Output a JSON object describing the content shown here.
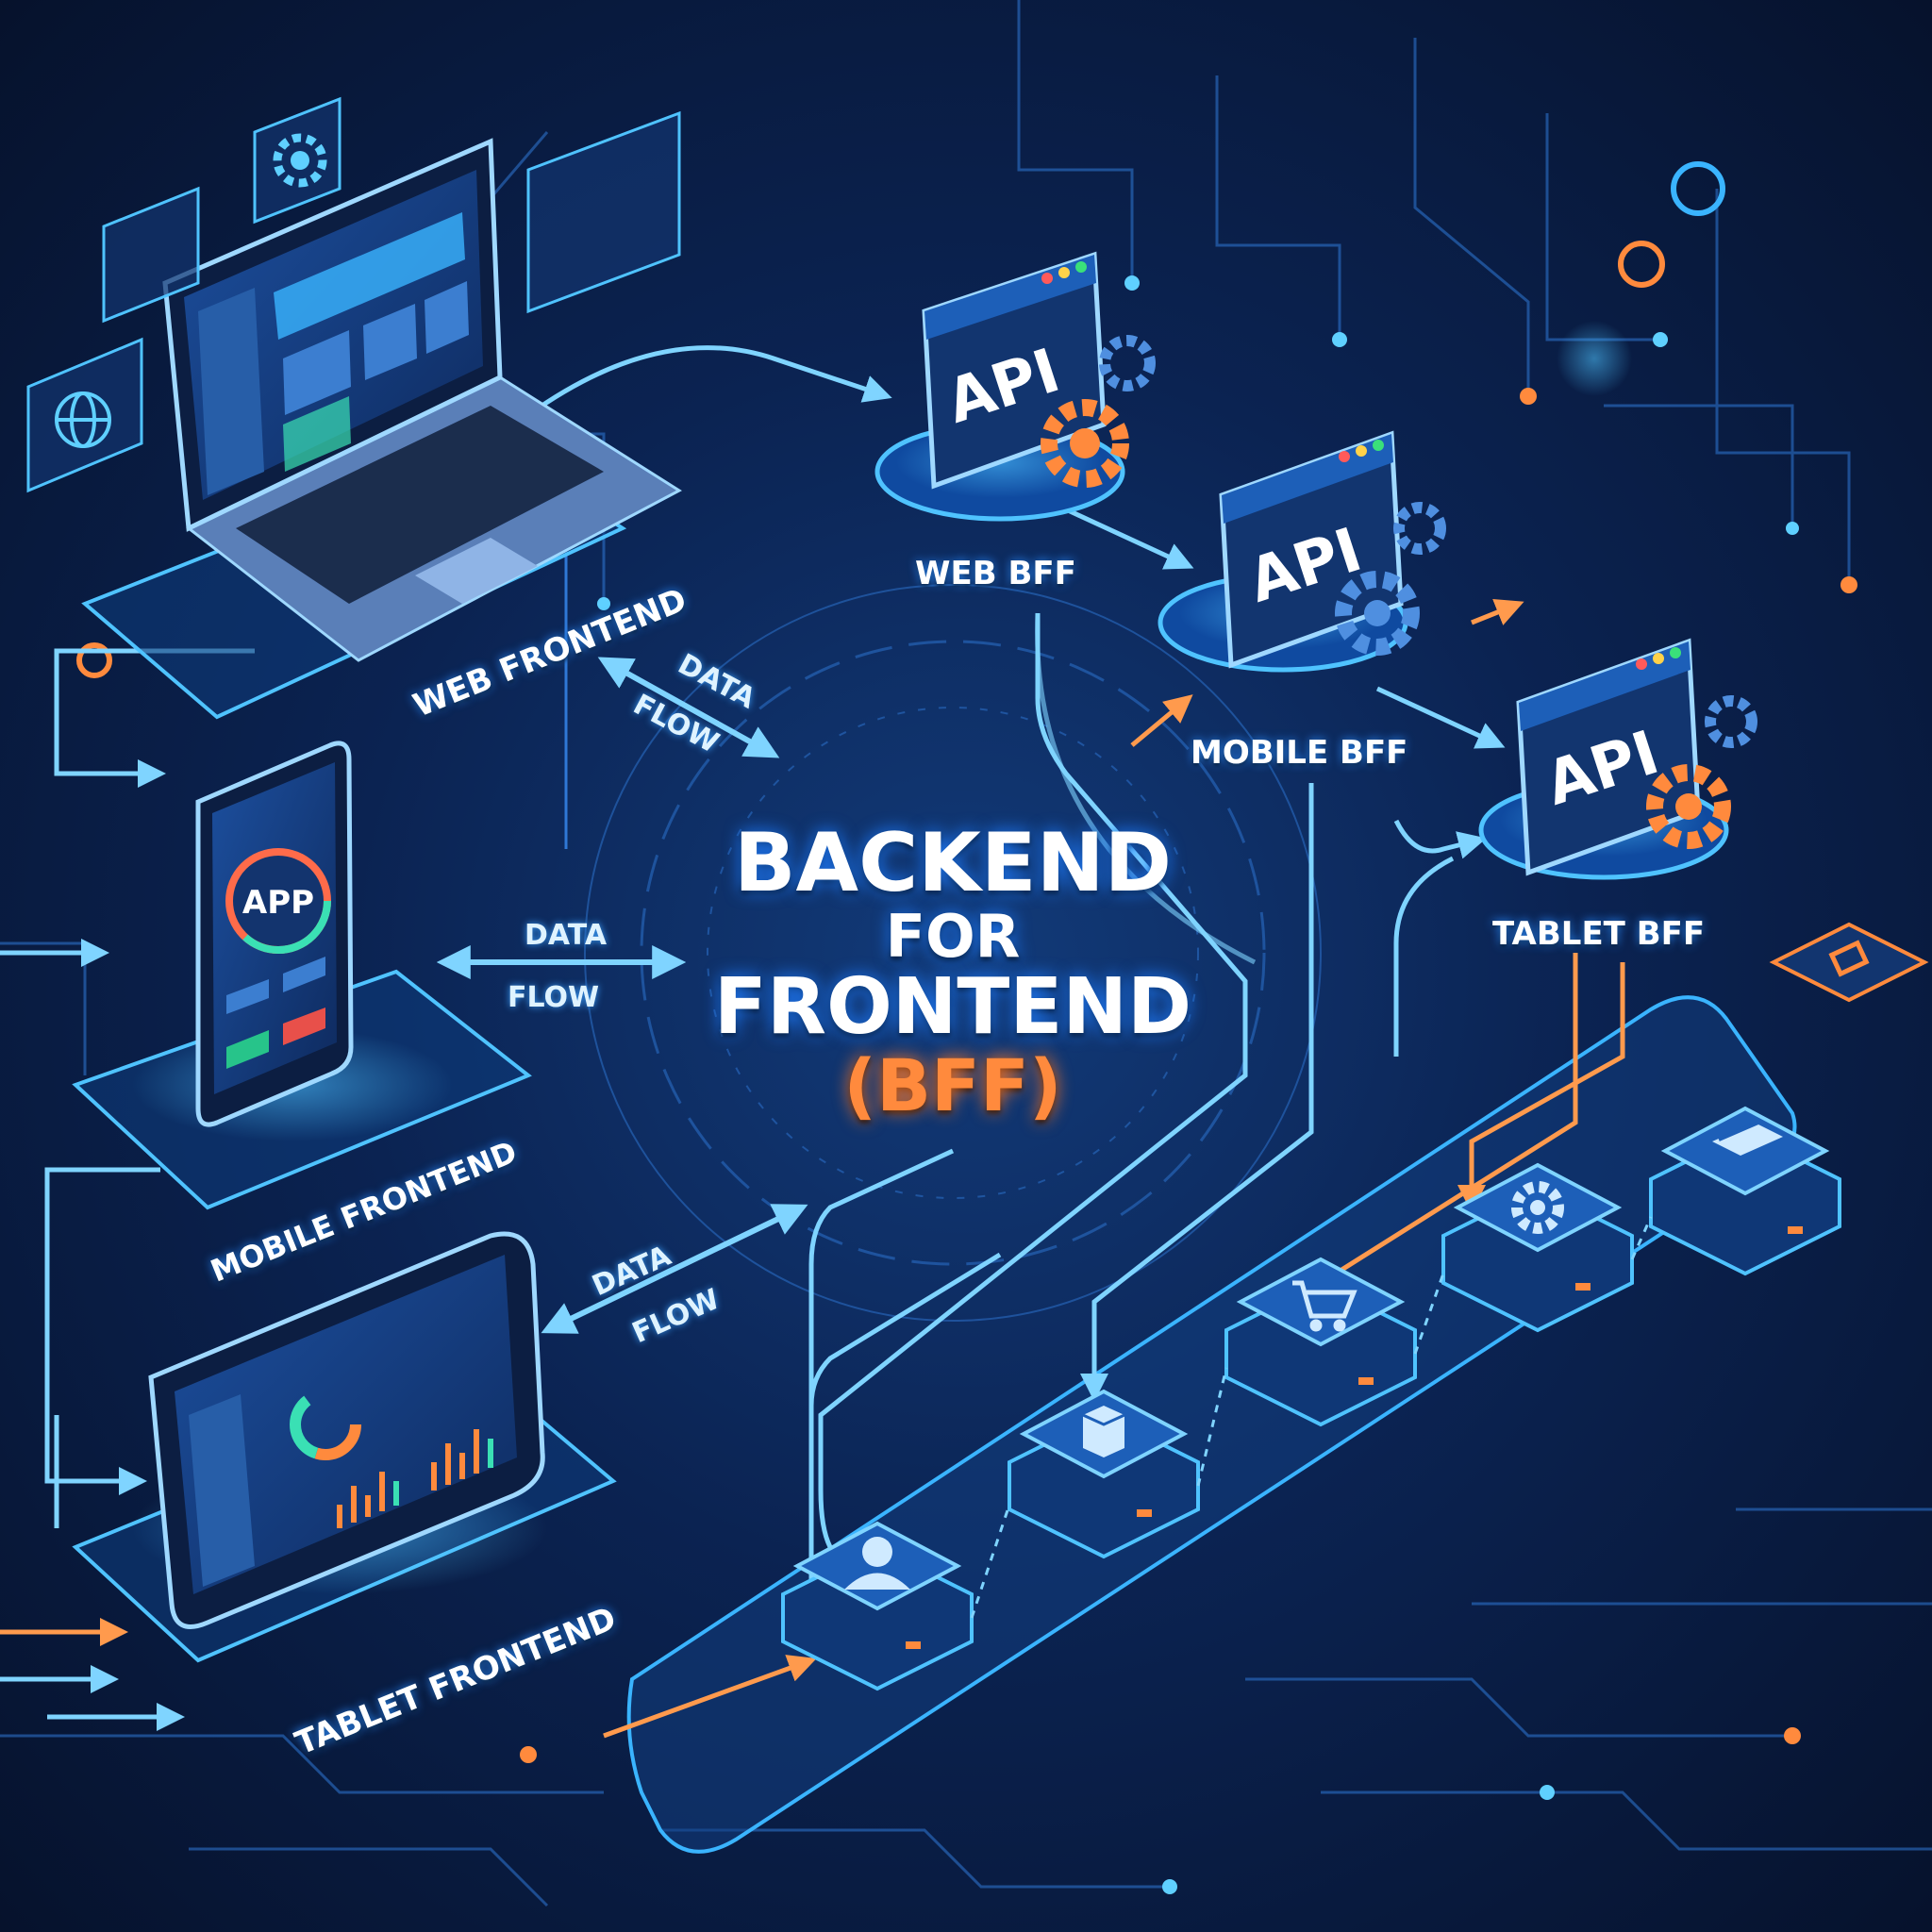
{
  "title": {
    "line1": "BACKEND",
    "line2": "FOR",
    "line3": "FRONTEND",
    "line4": "(BFF)"
  },
  "frontends": [
    {
      "label": "WEB FRONTEND",
      "icon": "laptop-icon"
    },
    {
      "label": "MOBILE FRONTEND",
      "icon": "smartphone-icon",
      "screen_text": "APP"
    },
    {
      "label": "TABLET FRONTEND",
      "icon": "tablet-icon"
    }
  ],
  "bffs": [
    {
      "label": "WEB BFF",
      "badge": "API"
    },
    {
      "label": "MOBILE BFF",
      "badge": "API"
    },
    {
      "label": "TABLET BFF",
      "badge": "API"
    }
  ],
  "data_flows": [
    {
      "line1": "DATA",
      "line2": "FLOW"
    },
    {
      "line1": "DATA",
      "line2": "FLOW"
    },
    {
      "line1": "DATA",
      "line2": "FLOW"
    }
  ],
  "services": [
    {
      "icon": "user-icon"
    },
    {
      "icon": "package-icon"
    },
    {
      "icon": "shopping-cart-icon"
    },
    {
      "icon": "gear-icon"
    },
    {
      "icon": "credit-card-icon"
    }
  ],
  "colors": {
    "background": "#0b2352",
    "accent_blue": "#3ab4ff",
    "accent_orange": "#ff8a3d",
    "text": "#ffffff"
  }
}
